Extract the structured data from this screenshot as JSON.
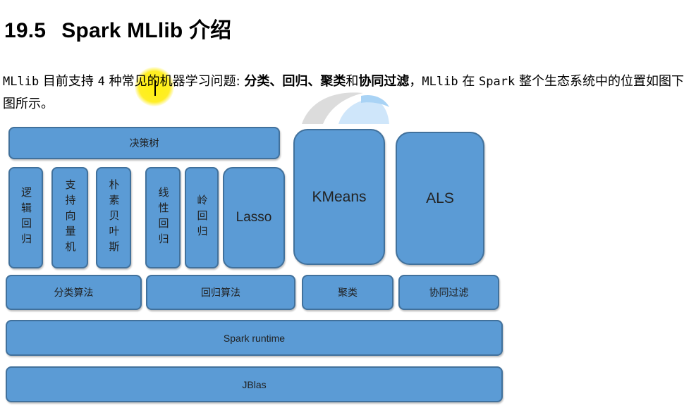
{
  "heading": {
    "number": "19.5",
    "title": "Spark MLlib 介绍"
  },
  "paragraph": {
    "p1": "MLlib",
    "p2": " 目前支持 ",
    "p3": "4",
    "p4": " 种常见的机器学习问题: ",
    "p5_bold": "分类、回归、聚类",
    "p6": "和",
    "p7_bold": "协同过滤",
    "p8": "，",
    "p9": "MLlib",
    "p10": " 在 ",
    "p11": "Spark",
    "p12": " 整个生态系统中的位置如图下图所示。"
  },
  "diagram": {
    "decision_tree": "决策树",
    "logistic_regression": "逻辑回归",
    "svm": "支持向量机",
    "naive_bayes": "朴素贝叶斯",
    "linear_regression": "线性回归",
    "ridge_regression": "岭回归",
    "lasso": "Lasso",
    "kmeans": "KMeans",
    "als": "ALS",
    "classification": "分类算法",
    "regression": "回归算法",
    "clustering": "聚类",
    "collab_filtering": "协同过滤",
    "spark_runtime": "Spark runtime",
    "jblas": "JBlas"
  },
  "colors": {
    "block_fill": "#5b9bd5",
    "block_border": "#41719c",
    "highlight": "#ffee00"
  }
}
